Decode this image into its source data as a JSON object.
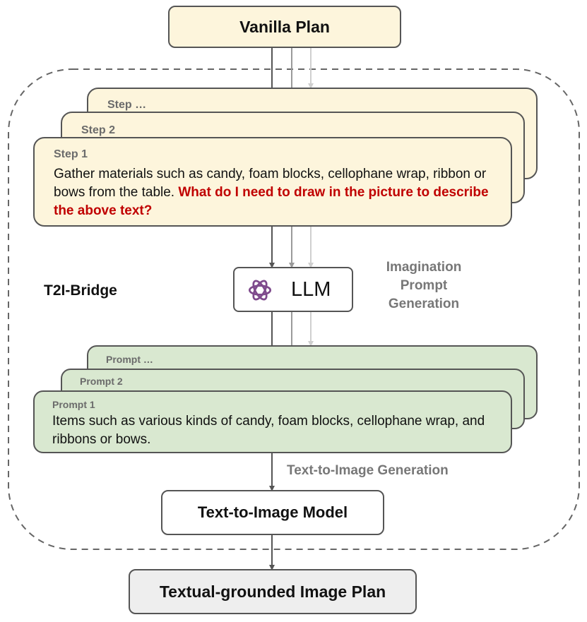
{
  "vanilla_plan": "Vanilla Plan",
  "steps": {
    "step_more": "Step …",
    "step2": "Step 2",
    "step1": "Step 1",
    "step1_text": "Gather materials such as candy, foam blocks, cellophane wrap, ribbon or bows from the table.",
    "step1_question": "What do I need to draw in the picture to describe the above text?"
  },
  "bridge_label": "T2I-Bridge",
  "llm_label": "LLM",
  "imagination_label": [
    "Imagination",
    "Prompt",
    "Generation"
  ],
  "prompts": {
    "prompt_more": "Prompt …",
    "prompt2": "Prompt 2",
    "prompt1": "Prompt 1",
    "prompt1_text": "Items such as various kinds of candy, foam blocks, cellophane wrap, and ribbons or bows."
  },
  "t2i_generation_label": "Text-to-Image Generation",
  "t2i_model": "Text-to-Image Model",
  "output_plan": "Textual-grounded Image Plan",
  "colors": {
    "step_fill": "#fdf5dc",
    "prompt_fill": "#d9e8d0",
    "question_red": "#c00000",
    "output_fill": "#eeeeee"
  }
}
